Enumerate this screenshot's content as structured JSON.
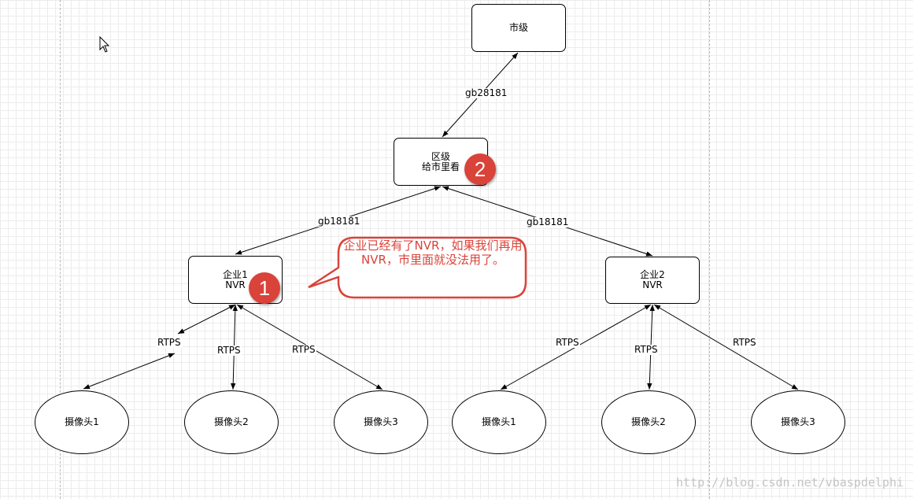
{
  "nodes": {
    "city": "市级",
    "district": {
      "line1": "区级",
      "line2": "给市里看"
    },
    "enterprise1": {
      "line1": "企业1",
      "line2": "NVR"
    },
    "enterprise2": {
      "line1": "企业2",
      "line2": "NVR"
    },
    "cam1a": "摄像头1",
    "cam1b": "摄像头2",
    "cam1c": "摄像头3",
    "cam2a": "摄像头1",
    "cam2b": "摄像头2",
    "cam2c": "摄像头3"
  },
  "edge_labels": {
    "city_district": "gb28181",
    "district_ent1": "gb18181",
    "district_ent2": "gb18181",
    "rtps": "RTPS"
  },
  "callout": {
    "text": "企业已经有了NVR，如果我们再用NVR，市里面就没法用了。",
    "color": "#d9433a"
  },
  "badges": {
    "one": "1",
    "two": "2"
  },
  "watermark": "http://blog.csdn.net/vbaspdelphi"
}
